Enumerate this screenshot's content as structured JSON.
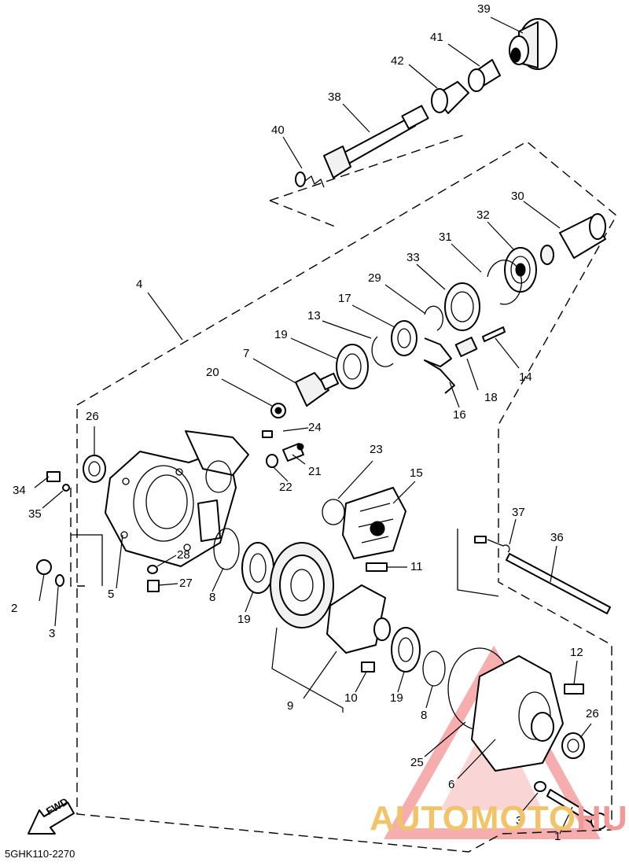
{
  "diagram": {
    "catalog_code": "5GHK110-2270",
    "fwd_label": "FWD",
    "callouts": {
      "c1": "1",
      "c2": "2",
      "c3a": "3",
      "c3b": "3",
      "c4": "4",
      "c5": "5",
      "c6": "6",
      "c7": "7",
      "c8a": "8",
      "c8b": "8",
      "c9": "9",
      "c10": "10",
      "c11": "11",
      "c12": "12",
      "c13": "13",
      "c14": "14",
      "c15": "15",
      "c16": "16",
      "c17": "17",
      "c18": "18",
      "c19a": "19",
      "c19b": "19",
      "c19c": "19",
      "c20": "20",
      "c21": "21",
      "c22": "22",
      "c23": "23",
      "c24": "24",
      "c25": "25",
      "c26a": "26",
      "c26b": "26",
      "c27": "27",
      "c28": "28",
      "c29": "29",
      "c30": "30",
      "c31": "31",
      "c32": "32",
      "c33": "33",
      "c34": "34",
      "c35": "35",
      "c36": "36",
      "c37": "37",
      "c38": "38",
      "c39": "39",
      "c40": "40",
      "c41": "41",
      "c42": "42"
    }
  },
  "watermark": {
    "text_part1": "AUTOMOTO",
    "text_part2": "HUB",
    "color_primary": "#f2c46a",
    "color_accent": "#f29a9a"
  }
}
